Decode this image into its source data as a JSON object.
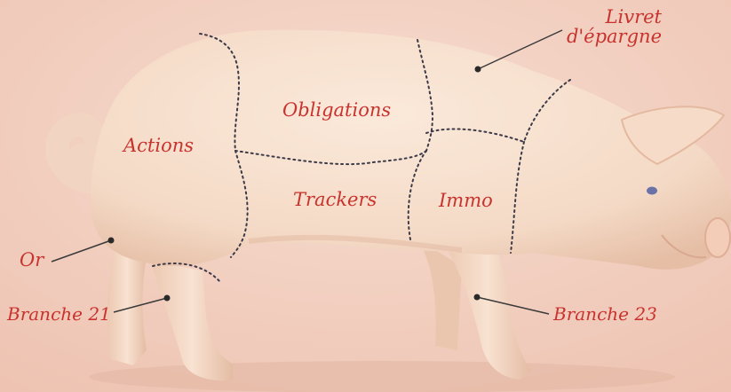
{
  "colors": {
    "background": "#f3d2c3",
    "pig_body": "#f8e1cf",
    "pig_shadow": "#e9c3ad",
    "label": "#c8332e",
    "cut_line": "#3c3a48",
    "leader_line": "#3a3a3a"
  },
  "labels": {
    "livret_line1": "Livret",
    "livret_line2": "d'épargne",
    "obligations": "Obligations",
    "actions": "Actions",
    "trackers": "Trackers",
    "immo": "Immo",
    "or": "Or",
    "branche21": "Branche 21",
    "branche23": "Branche 23"
  }
}
